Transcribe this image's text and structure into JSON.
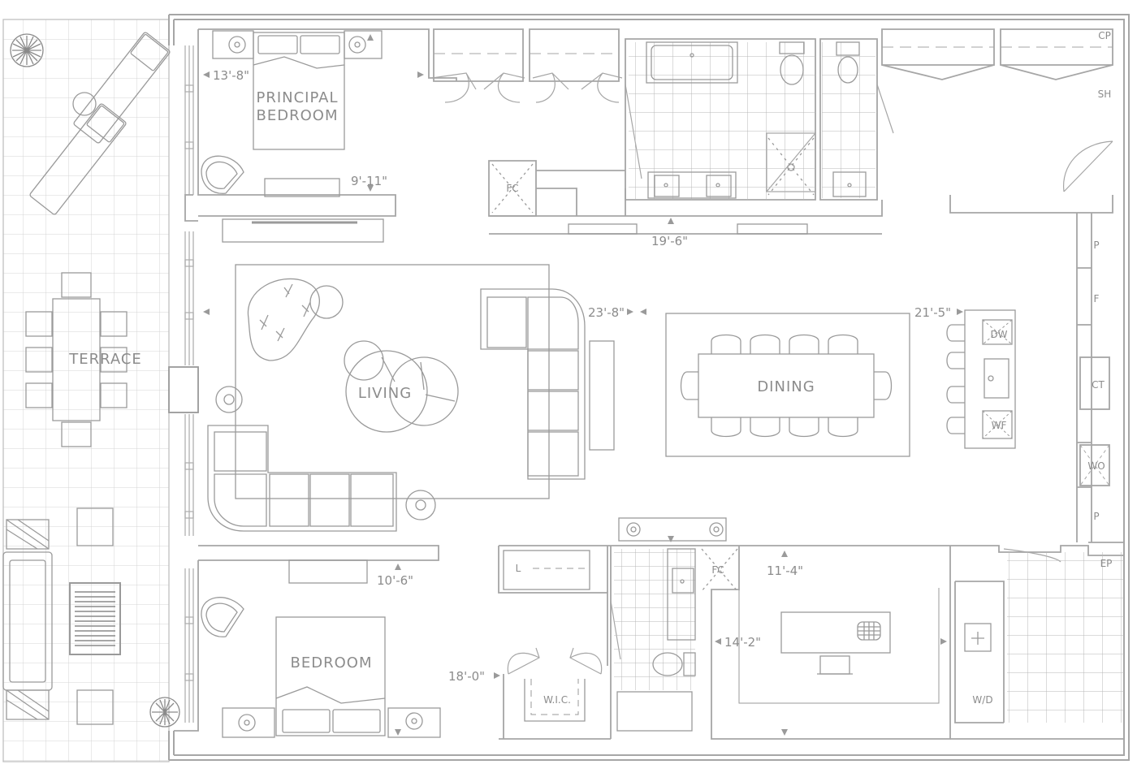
{
  "rooms": {
    "principal_bedroom_line1": "PRINCIPAL",
    "principal_bedroom_line2": "BEDROOM",
    "terrace": "TERRACE",
    "living": "LIVING",
    "dining": "DINING",
    "bedroom": "BEDROOM",
    "wic": "W.I.C."
  },
  "dimensions": {
    "principal_width": "13'-8\"",
    "principal_depth": "9'-11\"",
    "bath_run": "19'-6\"",
    "living_width": "23'-8\"",
    "dining_width": "21'-5\"",
    "bedroom_depth": "10'-6\"",
    "bedroom_width": "18'-0\"",
    "den_depth": "11'-4\"",
    "den_width": "14'-2\""
  },
  "fixtures": {
    "fc": "FC",
    "cp": "CP",
    "sh": "SH",
    "pantry": "P",
    "fridge": "F",
    "cooktop": "CT",
    "wall_oven": "WO",
    "dishwasher": "DW",
    "wine_fridge": "WF",
    "linen": "L",
    "electrical_panel": "EP",
    "washer_dryer": "W/D"
  },
  "colors": {
    "line": "#9a9a9a",
    "text": "#8c8c8c",
    "wall": "#a6a6a6"
  }
}
